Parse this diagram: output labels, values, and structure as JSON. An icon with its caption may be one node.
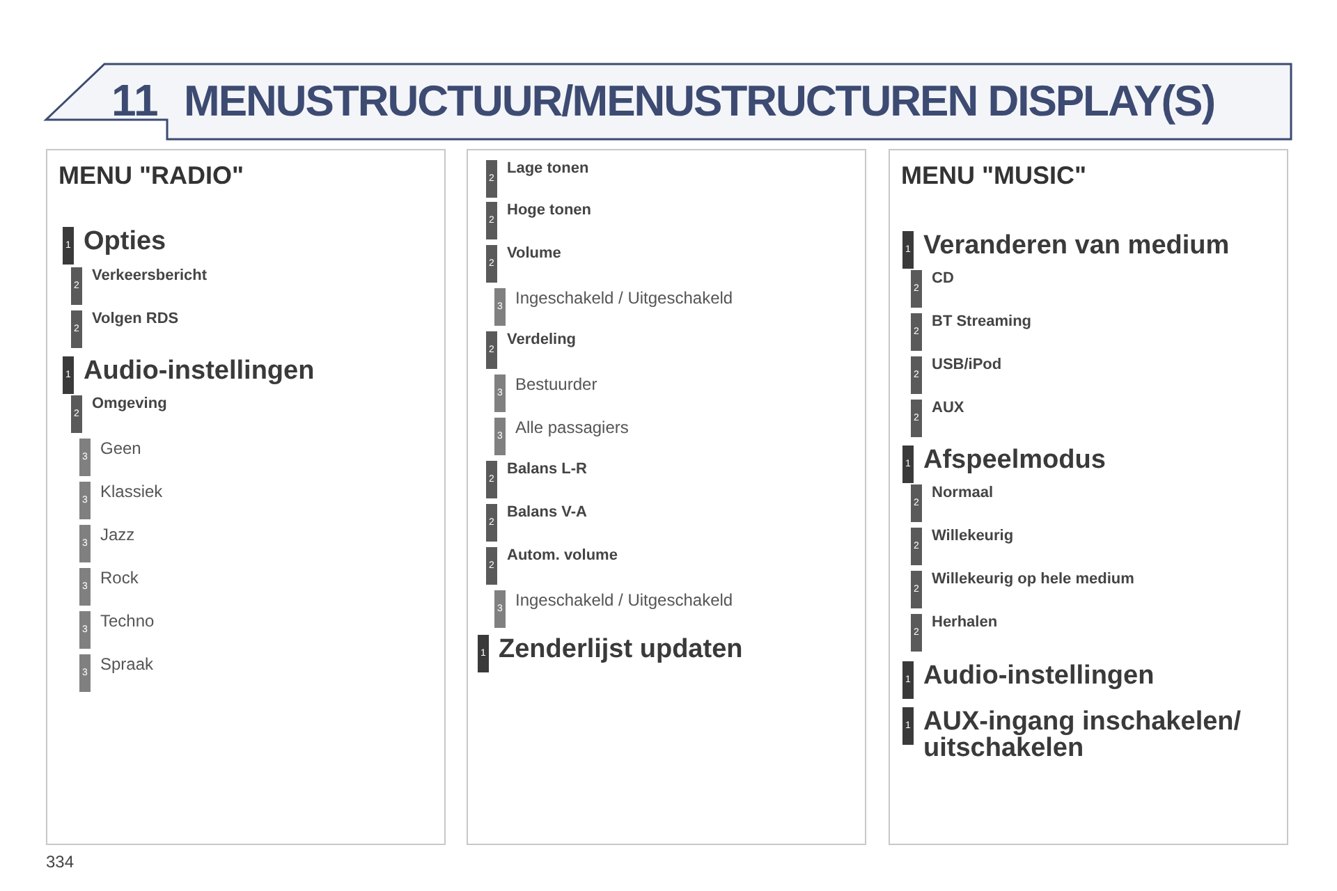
{
  "diagram": {
    "title": "MENUSTRUCTUUR/MENUSTRUCTUREN DISPLAY(S)",
    "nodes": [
      {
        "text": [
          "MENU \"RADIO\""
        ]
      },
      {
        "text": [
          "1"
        ],
        "beside": [
          "Opties"
        ],
        "in": 0
      },
      {
        "text": [
          "2"
        ],
        "beside": [
          "Verkeersbericht"
        ],
        "in": 0
      },
      {
        "text": [
          "2"
        ],
        "beside": [
          "Volgen RDS"
        ],
        "in": 0
      },
      {
        "text": [
          "1"
        ],
        "beside": [
          "Audio-instellingen"
        ],
        "in": 0
      },
      {
        "text": [
          "2"
        ],
        "beside": [
          "Omgeving"
        ],
        "in": 0
      },
      {
        "text": [
          "3"
        ],
        "beside": [
          "Geen"
        ],
        "in": 0
      },
      {
        "text": [
          "3"
        ],
        "beside": [
          "Klassiek"
        ],
        "in": 0
      },
      {
        "text": [
          "3"
        ],
        "beside": [
          "Jazz"
        ],
        "in": 0
      },
      {
        "text": [
          "3"
        ],
        "beside": [
          "Rock"
        ],
        "in": 0
      },
      {
        "text": [
          "3"
        ],
        "beside": [
          "Techno"
        ],
        "in": 0
      },
      {
        "text": [
          "3"
        ],
        "beside": [
          "Spraak"
        ],
        "in": 0
      },
      {
        "text": [],
        "shape": "box"
      },
      {
        "text": [
          "2"
        ],
        "beside": [
          "Lage tonen"
        ],
        "in": 12
      },
      {
        "text": [
          "2"
        ],
        "beside": [
          "Hoge tonen"
        ],
        "in": 12
      },
      {
        "text": [
          "2"
        ],
        "beside": [
          "Volume"
        ],
        "in": 12
      },
      {
        "text": [
          "3"
        ],
        "beside": [
          "Ingeschakeld / Uitgeschakeld"
        ],
        "in": 12
      },
      {
        "text": [
          "2"
        ],
        "beside": [
          "Verdeling"
        ],
        "in": 12
      },
      {
        "text": [
          "3"
        ],
        "beside": [
          "Bestuurder"
        ],
        "in": 12
      },
      {
        "text": [
          "3"
        ],
        "beside": [
          "Alle passagiers"
        ],
        "in": 12
      },
      {
        "text": [
          "2"
        ],
        "beside": [
          "Balans L-R"
        ],
        "in": 12
      },
      {
        "text": [
          "2"
        ],
        "beside": [
          "Balans V-A"
        ],
        "in": 12
      },
      {
        "text": [
          "2"
        ],
        "beside": [
          "Autom. volume"
        ],
        "in": 12
      },
      {
        "text": [
          "3"
        ],
        "beside": [
          "Ingeschakeld / Uitgeschakeld"
        ],
        "in": 12
      },
      {
        "text": [
          "1"
        ],
        "beside": [
          "Zenderlijst updaten"
        ],
        "in": 12
      },
      {
        "text": [
          "MENU \"MUSIC\""
        ]
      },
      {
        "text": [
          "1"
        ],
        "beside": [
          "Veranderen van medium"
        ],
        "in": 25
      },
      {
        "text": [
          "2"
        ],
        "beside": [
          "CD"
        ],
        "in": 25
      },
      {
        "text": [
          "2"
        ],
        "beside": [
          "BT Streaming"
        ],
        "in": 25
      },
      {
        "text": [
          "2"
        ],
        "beside": [
          "USB/iPod"
        ],
        "in": 25
      },
      {
        "text": [
          "2"
        ],
        "beside": [
          "AUX"
        ],
        "in": 25
      },
      {
        "text": [
          "1"
        ],
        "beside": [
          "Afspeelmodus"
        ],
        "in": 25
      },
      {
        "text": [
          "2"
        ],
        "beside": [
          "Normaal"
        ],
        "in": 25
      },
      {
        "text": [
          "2"
        ],
        "beside": [
          "Willekeurig"
        ],
        "in": 25
      },
      {
        "text": [
          "2"
        ],
        "beside": [
          "Willekeurig op hele medium"
        ],
        "in": 25
      },
      {
        "text": [
          "2"
        ],
        "beside": [
          "Herhalen"
        ],
        "in": 25
      },
      {
        "text": [
          "1"
        ],
        "beside": [
          "Audio-instellingen"
        ],
        "in": 25
      },
      {
        "text": [
          "1"
        ],
        "beside": [
          "AUX-ingang inschakelen/ uitschakelen"
        ],
        "in": 25
      }
    ],
    "labels": [
      "11",
      "334"
    ]
  }
}
